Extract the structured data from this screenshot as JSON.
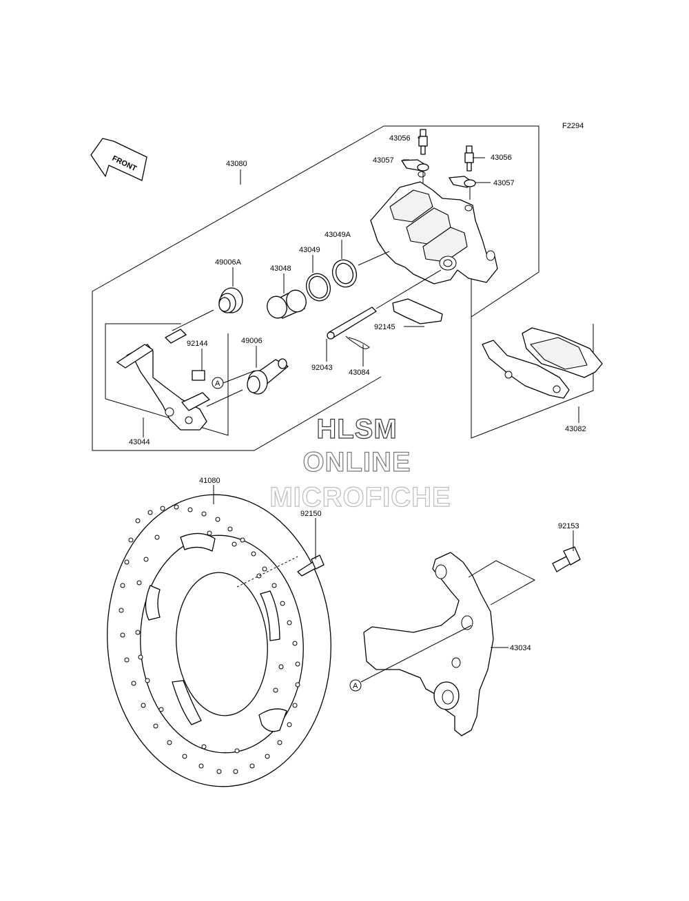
{
  "figure_code": "F2294",
  "front_marker": "FRONT",
  "callout_A": "A",
  "watermark": {
    "line1": "HLSM",
    "line2": "ONLINE",
    "line3": "MICROFICHE"
  },
  "labels": {
    "p43056a": "43056",
    "p43056b": "43056",
    "p43057a": "43057",
    "p43057b": "43057",
    "p43080": "43080",
    "p43049A": "43049A",
    "p43049": "43049",
    "p43048": "43048",
    "p49006A": "49006A",
    "p92145": "92145",
    "p92144": "92144",
    "p49006": "49006",
    "p92043": "92043",
    "p43084": "43084",
    "p43044": "43044",
    "p43082": "43082",
    "p41080": "41080",
    "p92150": "92150",
    "p92153": "92153",
    "p43034": "43034"
  }
}
